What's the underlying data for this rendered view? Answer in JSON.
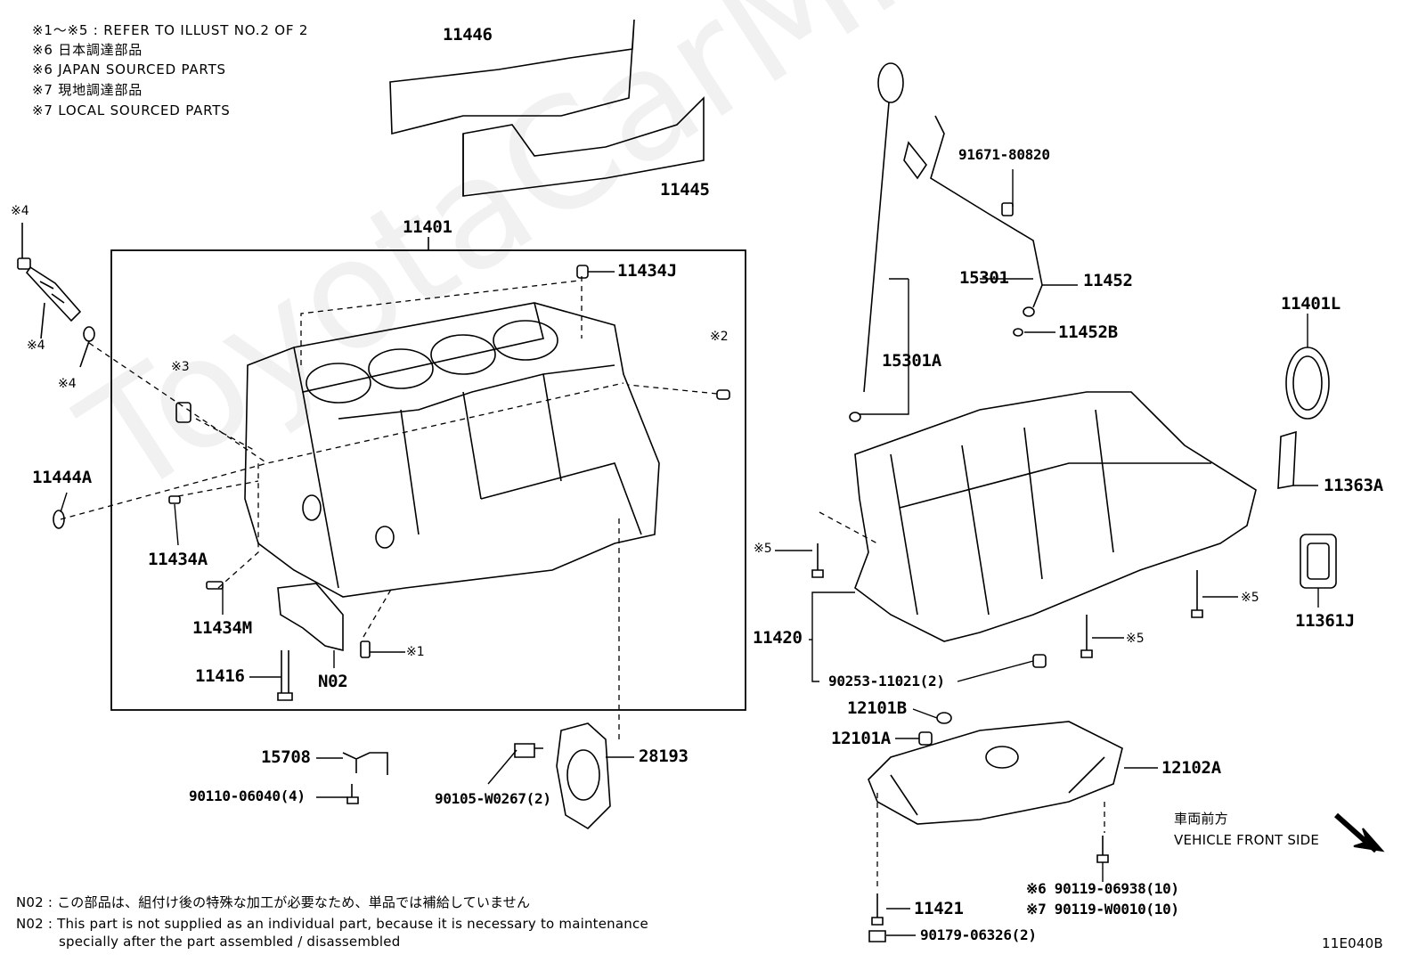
{
  "header_notes": [
    "※1～※5 : REFER TO ILLUST NO.2 OF 2",
    "※6 日本調達部品",
    "※6 JAPAN SOURCED PARTS",
    "※7 現地調達部品",
    "※7 LOCAL SOURCED PARTS"
  ],
  "watermark": "ToyotaCarMine.ru",
  "part_labels": {
    "p11446": "11446",
    "p11445": "11445",
    "p11401": "11401",
    "p11434J": "11434J",
    "p11444A": "11444A",
    "p11434A": "11434A",
    "p11434M": "11434M",
    "p11416": "11416",
    "pN02": "N02",
    "p15708": "15708",
    "p90110": "90110-06040(4)",
    "p90105": "90105-W0267(2)",
    "p28193": "28193",
    "p91671": "91671-80820",
    "p15301": "15301",
    "p11452": "11452",
    "p11452B": "11452B",
    "p15301A": "15301A",
    "p11401L": "11401L",
    "p11363A": "11363A",
    "p11361J": "11361J",
    "p11420": "11420",
    "p90253": "90253-11021(2)",
    "p12101B": "12101B",
    "p12101A": "12101A",
    "p12102A": "12102A",
    "p11421": "11421",
    "p90179": "90179-06326(2)",
    "p90119a": "※6 90119-06938(10)",
    "p90119b": "※7 90119-W0010(10)"
  },
  "marks": {
    "m4a": "※4",
    "m4b": "※4",
    "m4c": "※4",
    "m3": "※3",
    "m2": "※2",
    "m1": "※1",
    "m5a": "※5",
    "m5b": "※5",
    "m5c": "※5"
  },
  "vehicle_front": {
    "jp": "車両前方",
    "en": "VEHICLE FRONT SIDE"
  },
  "footnotes": [
    "N02 : この部品は、組付け後の特殊な加工が必要なため、単品では補給していません",
    "N02 : This part is not supplied as an individual part, because it is necessary to maintenance",
    "specially after the part assembled / disassembled"
  ],
  "illustration_id": "11E040B"
}
